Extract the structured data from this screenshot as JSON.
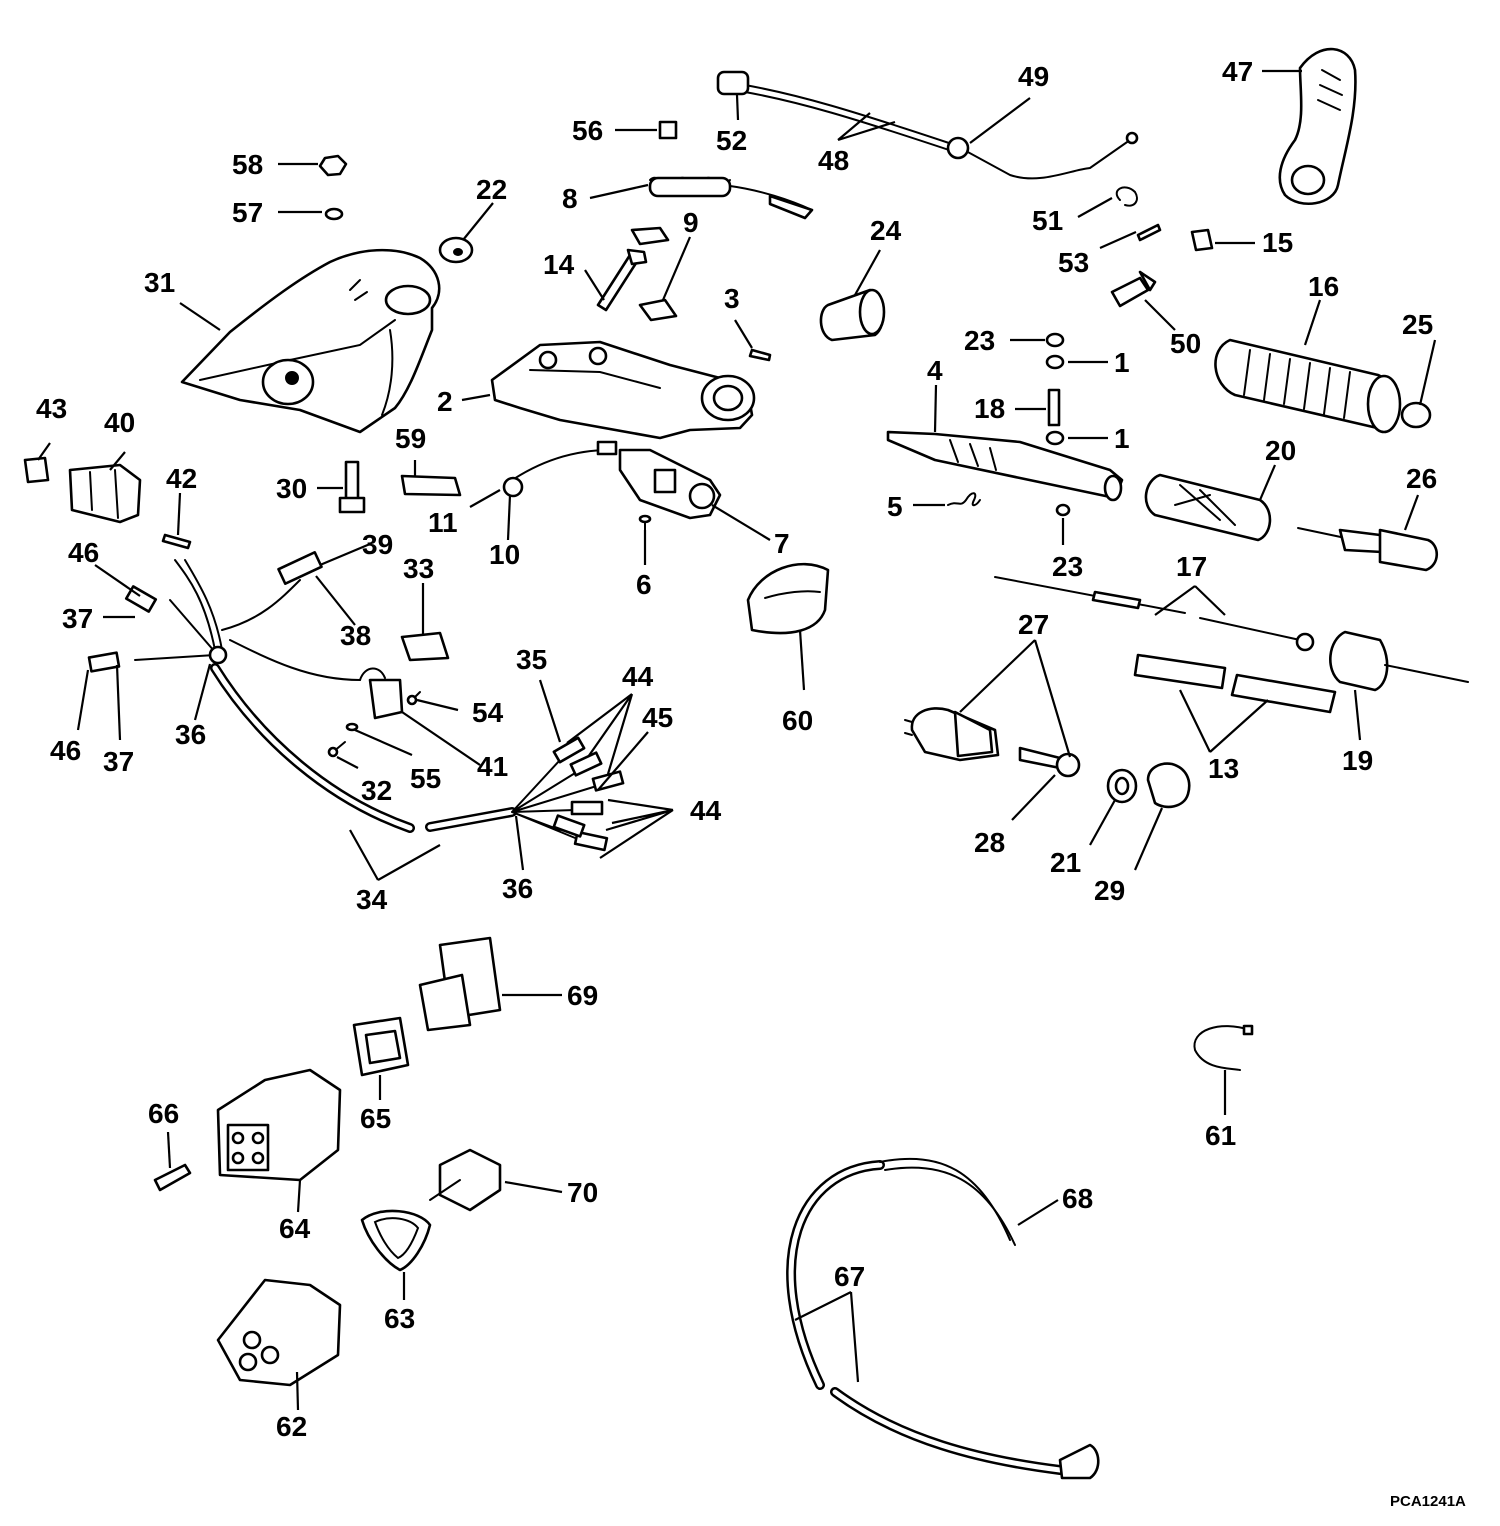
{
  "diagram": {
    "drawing_code": "PCA1241A",
    "callouts": [
      {
        "key": "c1a",
        "label": "1"
      },
      {
        "key": "c1b",
        "label": "1"
      },
      {
        "key": "c2",
        "label": "2"
      },
      {
        "key": "c3",
        "label": "3"
      },
      {
        "key": "c4",
        "label": "4"
      },
      {
        "key": "c5",
        "label": "5"
      },
      {
        "key": "c6",
        "label": "6"
      },
      {
        "key": "c7",
        "label": "7"
      },
      {
        "key": "c8",
        "label": "8"
      },
      {
        "key": "c9",
        "label": "9"
      },
      {
        "key": "c10",
        "label": "10"
      },
      {
        "key": "c11",
        "label": "11"
      },
      {
        "key": "c13",
        "label": "13"
      },
      {
        "key": "c14",
        "label": "14"
      },
      {
        "key": "c15",
        "label": "15"
      },
      {
        "key": "c16",
        "label": "16"
      },
      {
        "key": "c17",
        "label": "17"
      },
      {
        "key": "c18",
        "label": "18"
      },
      {
        "key": "c19",
        "label": "19"
      },
      {
        "key": "c20",
        "label": "20"
      },
      {
        "key": "c21",
        "label": "21"
      },
      {
        "key": "c22",
        "label": "22"
      },
      {
        "key": "c23a",
        "label": "23"
      },
      {
        "key": "c23b",
        "label": "23"
      },
      {
        "key": "c24",
        "label": "24"
      },
      {
        "key": "c25",
        "label": "25"
      },
      {
        "key": "c26",
        "label": "26"
      },
      {
        "key": "c27",
        "label": "27"
      },
      {
        "key": "c28",
        "label": "28"
      },
      {
        "key": "c29",
        "label": "29"
      },
      {
        "key": "c30",
        "label": "30"
      },
      {
        "key": "c31",
        "label": "31"
      },
      {
        "key": "c32",
        "label": "32"
      },
      {
        "key": "c33",
        "label": "33"
      },
      {
        "key": "c34",
        "label": "34"
      },
      {
        "key": "c35",
        "label": "35"
      },
      {
        "key": "c36a",
        "label": "36"
      },
      {
        "key": "c36b",
        "label": "36"
      },
      {
        "key": "c37a",
        "label": "37"
      },
      {
        "key": "c37b",
        "label": "37"
      },
      {
        "key": "c38",
        "label": "38"
      },
      {
        "key": "c39",
        "label": "39"
      },
      {
        "key": "c40",
        "label": "40"
      },
      {
        "key": "c41",
        "label": "41"
      },
      {
        "key": "c42",
        "label": "42"
      },
      {
        "key": "c43",
        "label": "43"
      },
      {
        "key": "c44a",
        "label": "44"
      },
      {
        "key": "c44b",
        "label": "44"
      },
      {
        "key": "c45",
        "label": "45"
      },
      {
        "key": "c46a",
        "label": "46"
      },
      {
        "key": "c46b",
        "label": "46"
      },
      {
        "key": "c47",
        "label": "47"
      },
      {
        "key": "c48",
        "label": "48"
      },
      {
        "key": "c49",
        "label": "49"
      },
      {
        "key": "c50",
        "label": "50"
      },
      {
        "key": "c51",
        "label": "51"
      },
      {
        "key": "c52",
        "label": "52"
      },
      {
        "key": "c53",
        "label": "53"
      },
      {
        "key": "c54",
        "label": "54"
      },
      {
        "key": "c55",
        "label": "55"
      },
      {
        "key": "c56",
        "label": "56"
      },
      {
        "key": "c57",
        "label": "57"
      },
      {
        "key": "c58",
        "label": "58"
      },
      {
        "key": "c59",
        "label": "59"
      },
      {
        "key": "c60",
        "label": "60"
      },
      {
        "key": "c61",
        "label": "61"
      },
      {
        "key": "c62",
        "label": "62"
      },
      {
        "key": "c63",
        "label": "63"
      },
      {
        "key": "c64",
        "label": "64"
      },
      {
        "key": "c65",
        "label": "65"
      },
      {
        "key": "c66",
        "label": "66"
      },
      {
        "key": "c67",
        "label": "67"
      },
      {
        "key": "c68",
        "label": "68"
      },
      {
        "key": "c69",
        "label": "69"
      },
      {
        "key": "c70",
        "label": "70"
      }
    ]
  }
}
